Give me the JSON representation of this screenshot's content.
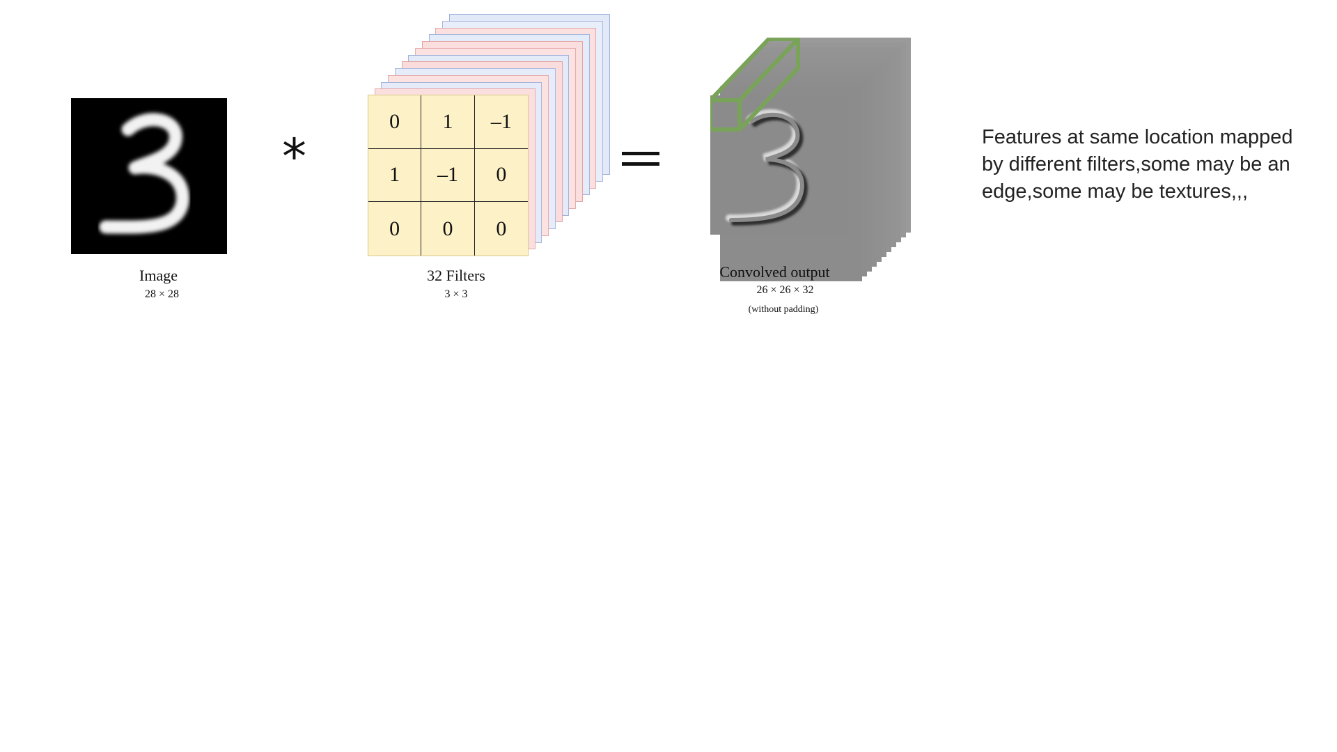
{
  "input": {
    "label": "Image",
    "size": "28 × 28"
  },
  "operator": "*",
  "filters": {
    "label": "32 Filters",
    "size": "3 × 3",
    "kernel": [
      [
        "0",
        "1",
        "–1"
      ],
      [
        "1",
        "–1",
        "0"
      ],
      [
        "0",
        "0",
        "0"
      ]
    ],
    "layer_colors": [
      "#fdf1c8",
      "#f7c7c7",
      "#c9d6f2"
    ]
  },
  "output": {
    "label": "Convolved output",
    "size": "26 × 26 × 32",
    "note": "(without padding)",
    "highlight_color": "#7aa35a"
  },
  "annotation": "Features at same location mapped by different filters,some may be an edge,some may be textures,,,"
}
